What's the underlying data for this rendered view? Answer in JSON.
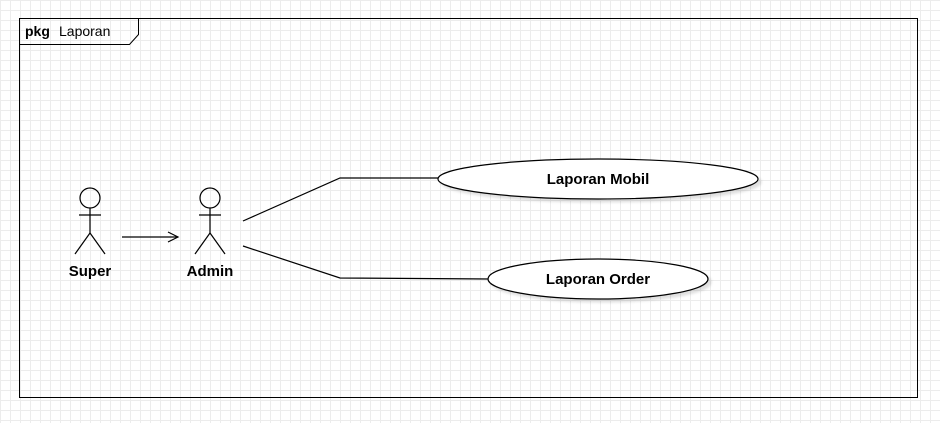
{
  "frame": {
    "keyword": "pkg",
    "name": "Laporan"
  },
  "actors": {
    "super": "Super",
    "admin": "Admin"
  },
  "use_cases": {
    "mobil": "Laporan Mobil",
    "order": "Laporan Order"
  }
}
